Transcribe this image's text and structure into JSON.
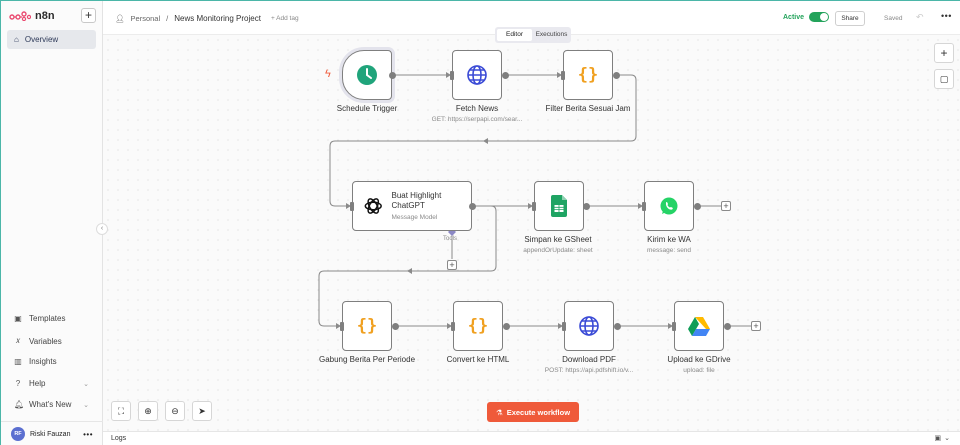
{
  "app": {
    "name": "n8n"
  },
  "sidebar": {
    "add_label": "+",
    "overview": "Overview",
    "items": [
      {
        "label": "Templates",
        "icon": "templates-icon"
      },
      {
        "label": "Variables",
        "icon": "variables-icon"
      },
      {
        "label": "Insights",
        "icon": "insights-icon"
      },
      {
        "label": "Help",
        "icon": "help-icon"
      },
      {
        "label": "What's New",
        "icon": "bell-icon"
      }
    ],
    "user": {
      "initials": "RF",
      "name": "Riski Fauzan"
    }
  },
  "header": {
    "project": "Personal",
    "workflow_name": "News Monitoring Project",
    "add_tag": "+ Add tag",
    "active_label": "Active",
    "share_label": "Share",
    "saved_label": "Saved"
  },
  "tabs": [
    {
      "label": "Editor",
      "active": true
    },
    {
      "label": "Executions",
      "active": false
    }
  ],
  "nodes": {
    "schedule": {
      "title": "Schedule Trigger",
      "sub": ""
    },
    "fetch": {
      "title": "Fetch News",
      "sub": "GET: https://serpapi.com/sear..."
    },
    "filter": {
      "title": "Filter Berita Sesuai Jam",
      "sub": ""
    },
    "highlight": {
      "title": "Buat Highlight ChatGPT",
      "sub": "Message Model",
      "tools_label": "Tools"
    },
    "gsheet": {
      "title": "Simpan ke GSheet",
      "sub": "appendOrUpdate: sheet"
    },
    "wa": {
      "title": "Kirim ke WA",
      "sub": "message: send"
    },
    "gabung": {
      "title": "Gabung Berita Per Periode",
      "sub": ""
    },
    "html": {
      "title": "Convert ke HTML",
      "sub": ""
    },
    "pdf": {
      "title": "Download PDF",
      "sub": "POST: https://api.pdfshift.io/v..."
    },
    "gdrive": {
      "title": "Upload ke GDrive",
      "sub": "upload: file"
    }
  },
  "execute_label": "Execute workflow",
  "logs_label": "Logs",
  "colors": {
    "accent": "#ef5a3a",
    "active": "#23a35b",
    "node_border": "#7f7f7f"
  }
}
